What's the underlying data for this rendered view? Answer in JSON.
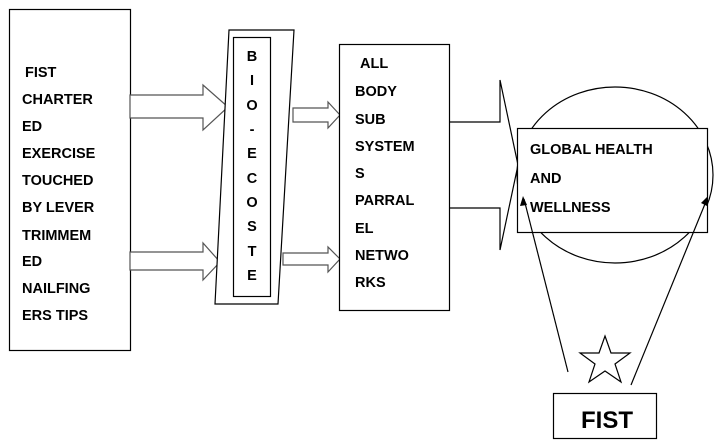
{
  "source_box": {
    "lines": [
      "FIST",
      "CHARTER",
      "ED",
      "EXERCISE",
      "TOUCHED",
      "BY LEVER",
      "TRIMMEM",
      "ED",
      "NAILFING",
      "ERS TIPS"
    ]
  },
  "bio_box": {
    "letters": [
      "B",
      "I",
      "O",
      "-",
      "E",
      "C",
      "O",
      "S",
      "T",
      "E"
    ]
  },
  "systems_box": {
    "lines": [
      "ALL",
      "BODY",
      "SUB",
      "SYSTEM",
      "S",
      "PARRAL",
      "EL",
      "NETWO",
      "RKS"
    ]
  },
  "goal_box": {
    "lines": [
      "GLOBAL HEALTH",
      "AND",
      "WELLNESS"
    ]
  },
  "fist_box": {
    "label": "FIST"
  },
  "icons": {
    "star": "star-icon"
  }
}
